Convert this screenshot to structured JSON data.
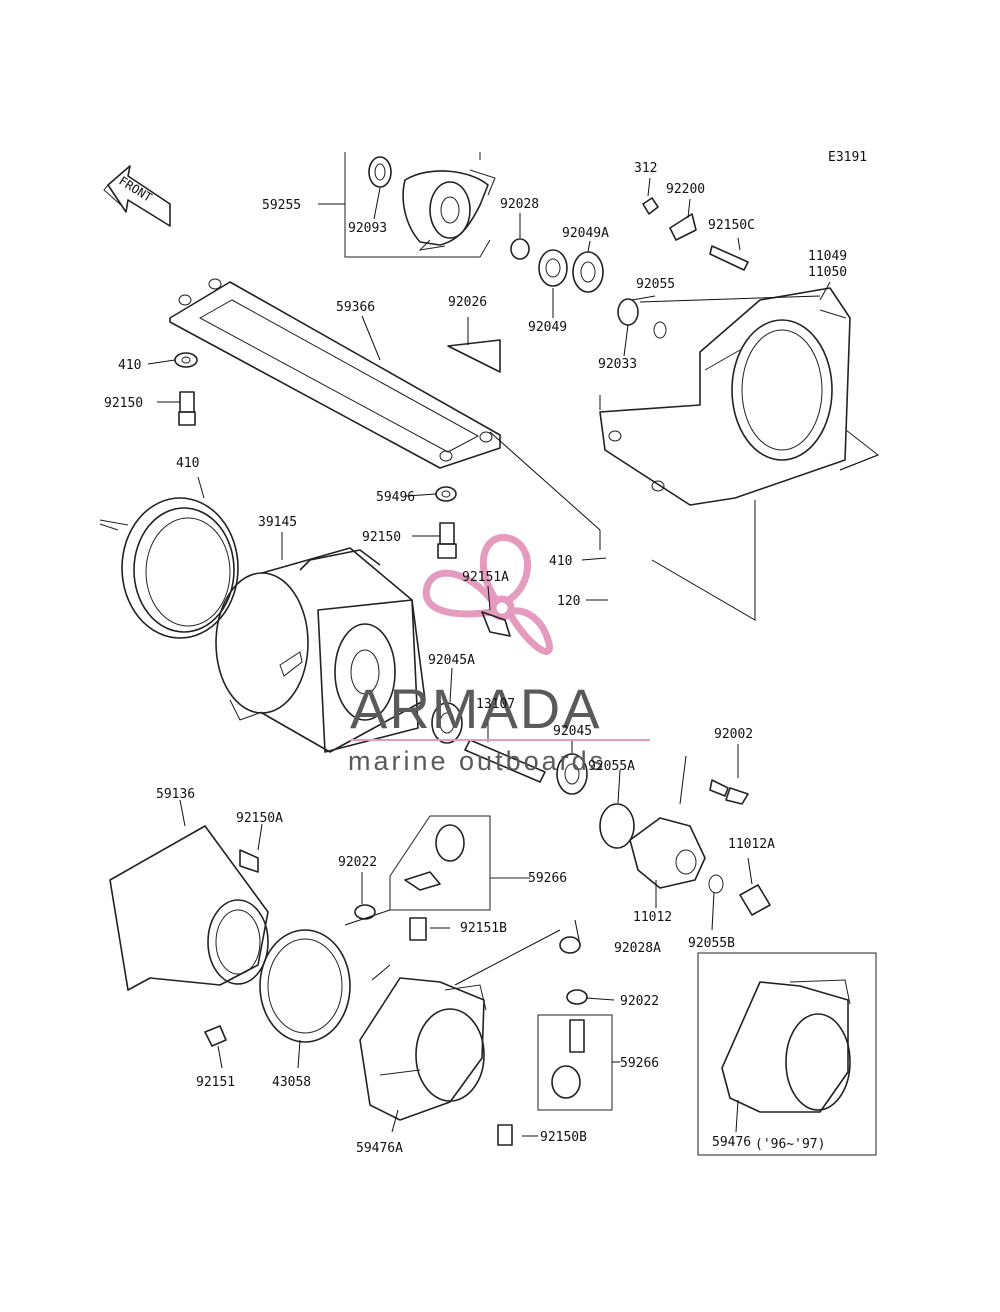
{
  "diagram": {
    "ref_code": "E3191",
    "front_label": "FRONT",
    "date_note": "('96~'97)",
    "colors": {
      "line": "#222222",
      "watermark_logo": "#e49bbd",
      "watermark_text": "#5a5a5a"
    },
    "watermark": {
      "title": "ARMADA",
      "subtitle": "marine outboards"
    },
    "callouts": [
      "59255",
      "92093",
      "92028",
      "312",
      "92200",
      "92150C",
      "92049A",
      "11049",
      "11050",
      "92055",
      "59366",
      "92026",
      "92049",
      "92033",
      "410",
      "92150",
      "410",
      "39145",
      "59496",
      "92150",
      "410",
      "92151A",
      "120",
      "92045A",
      "13107",
      "92045",
      "92055A",
      "92002",
      "59136",
      "92150A",
      "92022",
      "59266",
      "11012A",
      "92151B",
      "11012",
      "92028A",
      "92055B",
      "92022",
      "59266",
      "92151",
      "43058",
      "92150B",
      "59476A",
      "59476"
    ]
  }
}
